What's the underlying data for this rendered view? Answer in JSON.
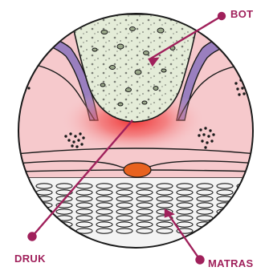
{
  "labels": {
    "bone": "BOT",
    "pressure": "DRUK",
    "mattress": "MATRAS"
  },
  "colors": {
    "accent": "#a0205b",
    "outline": "#1a1a1a",
    "bone_fill": "#e4ecd8",
    "skin": "#f6c9cc",
    "purple_layer": "#9a7fbf",
    "pressure_red": "#ee2a2a",
    "vessel": "#e8621f",
    "mattress_bg": "#f3f3f3"
  },
  "icons": [
    "callout-dot-icon"
  ]
}
